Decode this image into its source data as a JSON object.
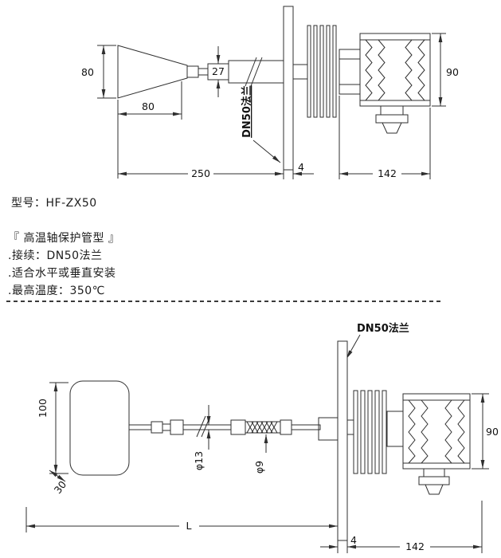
{
  "page": {
    "background": "#ffffff",
    "line_color": "#2f2f2f"
  },
  "top_drawing": {
    "flange_label": "DN50法兰",
    "dims": {
      "paddle_height": "80",
      "paddle_width": "80",
      "shaft_diameter": "27",
      "insertion_length": "250",
      "flange_thickness": "4",
      "housing_length": "142",
      "housing_height": "90"
    }
  },
  "specs": {
    "model": "型号：HF-ZX50",
    "series": "『 高温轴保护管型 』",
    "connection": ".接续：DN50法兰",
    "installation": ".适合水平或垂直安装",
    "max_temperature": ".最高温度：350℃"
  },
  "bottom_drawing": {
    "flange_label": "DN50法兰",
    "dims": {
      "paddle_length": "100",
      "paddle_width": "30",
      "shaft_diameter": "φ13",
      "cable_diameter": "φ9",
      "insertion_length": "L",
      "flange_thickness": "4",
      "housing_length": "142",
      "housing_height": "90"
    }
  }
}
